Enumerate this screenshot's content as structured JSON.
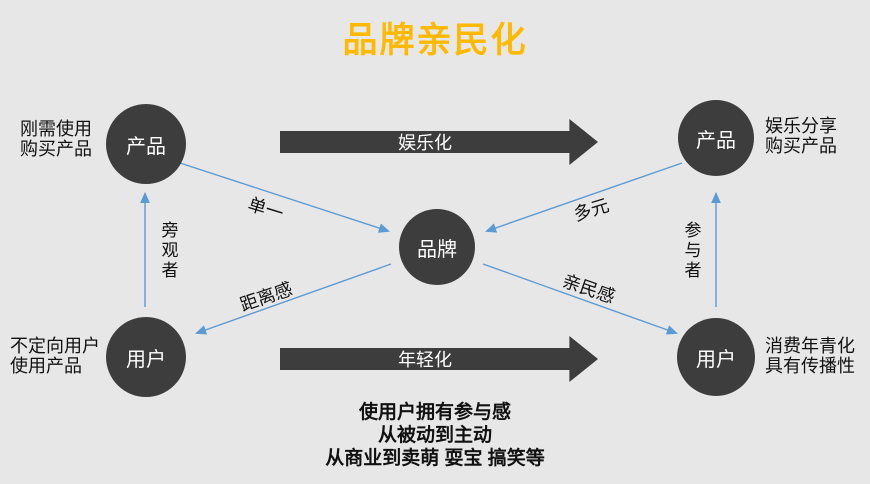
{
  "title": {
    "text": "品牌亲民化"
  },
  "colors": {
    "background": "#E8E7E7",
    "node_fill": "#3D3D3D",
    "node_text": "#FFFFFF",
    "connector_blue": "#5B9BD5",
    "title_orange": "#FFB900",
    "body_text": "#111111"
  },
  "nodes": {
    "product_left": "产品",
    "product_right": "产品",
    "user_left": "用户",
    "user_right": "用户",
    "brand_center": "品牌"
  },
  "flow_arrows": {
    "top": "娱乐化",
    "bottom": "年轻化"
  },
  "edge_labels": {
    "single": "单一",
    "multi": "多元",
    "distance": "距离感",
    "friendly": "亲民感",
    "bystander": "旁观者",
    "participant": "参与者"
  },
  "annotations": {
    "top_left": [
      "刚需使用",
      "购买产品"
    ],
    "top_right": [
      "娱乐分享",
      "购买产品"
    ],
    "bottom_left": [
      "不定向用户",
      "使用产品"
    ],
    "bottom_right": [
      "消费年青化",
      "具有传播性"
    ],
    "footer": [
      "使用户拥有参与感",
      "从被动到主动",
      "从商业到卖萌 耍宝 搞笑等"
    ]
  }
}
